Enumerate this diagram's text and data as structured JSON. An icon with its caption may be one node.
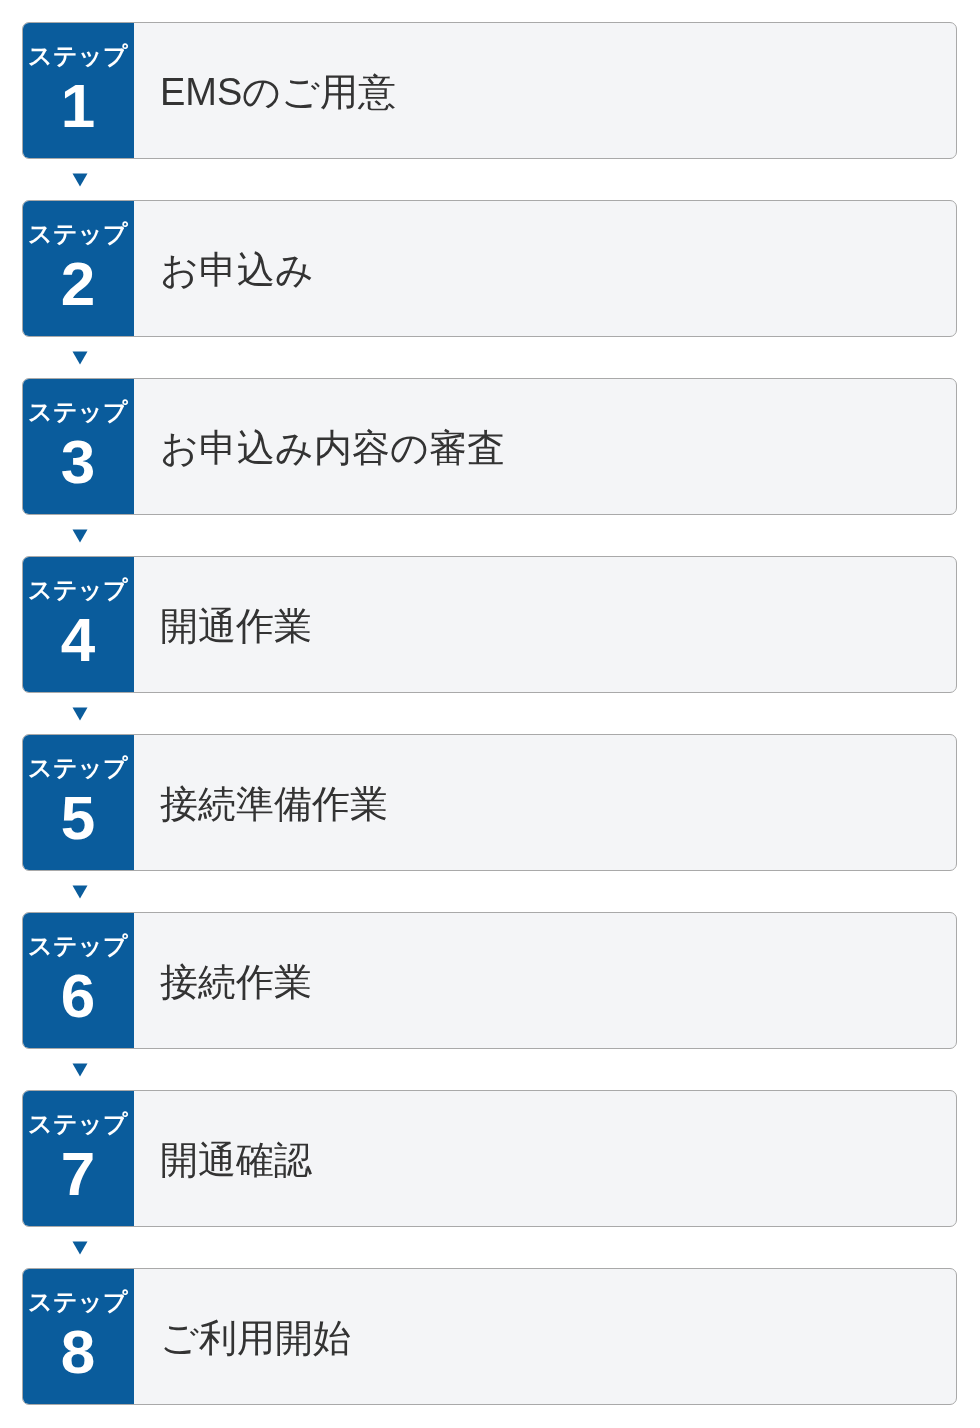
{
  "diagram": {
    "nodes": [
      {
        "text": [
          "ステップ",
          "1",
          "EMSのご用意"
        ]
      },
      {
        "text": [
          "ステップ",
          "2",
          "お申込み"
        ]
      },
      {
        "text": [
          "ステップ",
          "3",
          "お申込み内容の審査"
        ]
      },
      {
        "text": [
          "ステップ",
          "4",
          "開通作業"
        ]
      },
      {
        "text": [
          "ステップ",
          "5",
          "接続準備作業"
        ]
      },
      {
        "text": [
          "ステップ",
          "6",
          "接続作業"
        ]
      },
      {
        "text": [
          "ステップ",
          "7",
          "開通確認"
        ]
      },
      {
        "text": [
          "ステップ",
          "8",
          "ご利用開始"
        ]
      }
    ],
    "edges": [
      {
        "from": 0,
        "to": 1,
        "arrow": "to"
      },
      {
        "from": 1,
        "to": 2,
        "arrow": "to"
      },
      {
        "from": 2,
        "to": 3,
        "arrow": "to"
      },
      {
        "from": 3,
        "to": 4,
        "arrow": "to"
      },
      {
        "from": 4,
        "to": 5,
        "arrow": "to"
      },
      {
        "from": 5,
        "to": 6,
        "arrow": "to"
      },
      {
        "from": 6,
        "to": 7,
        "arrow": "to"
      }
    ]
  }
}
